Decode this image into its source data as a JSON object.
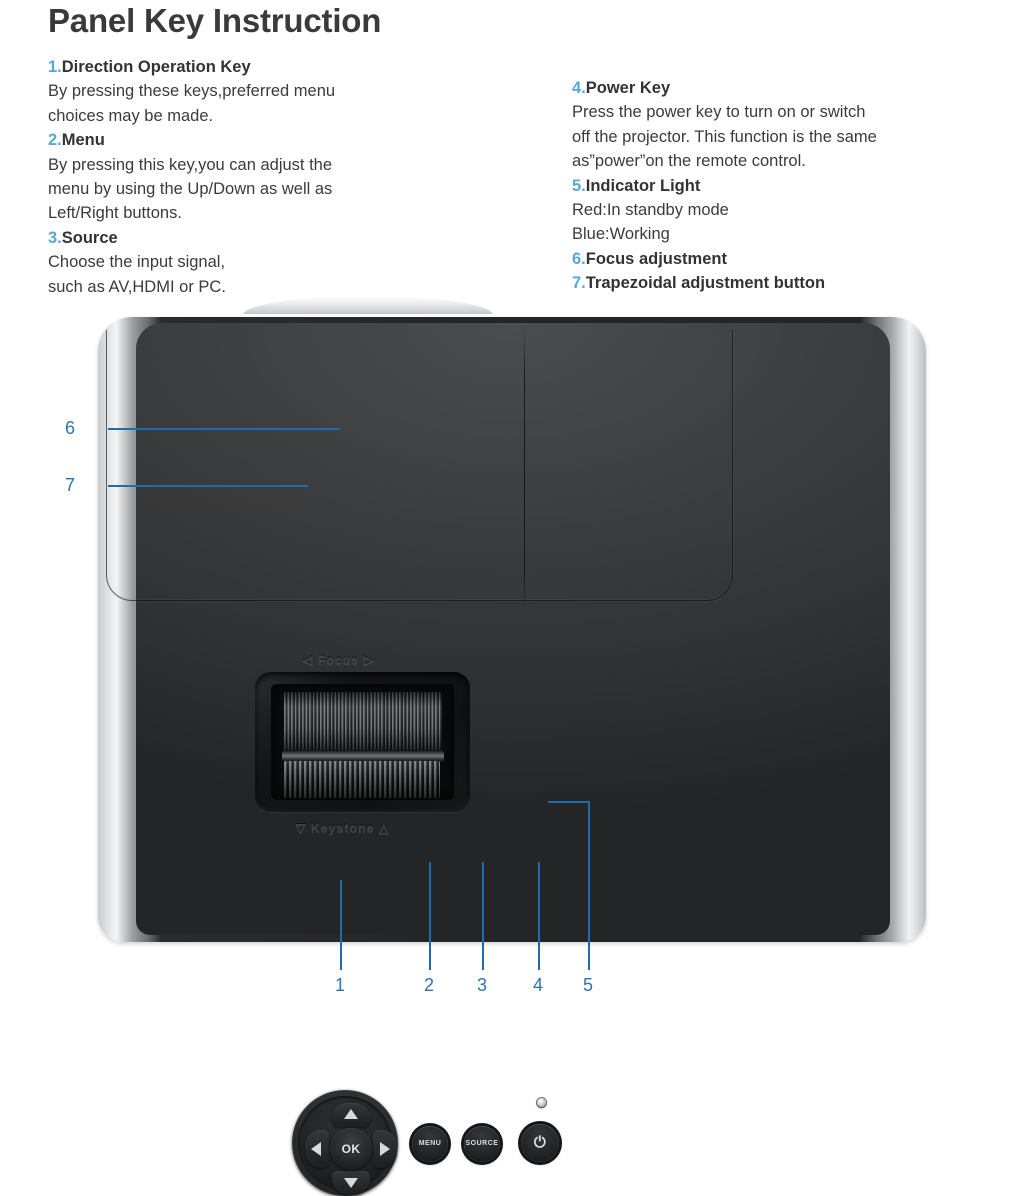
{
  "page": {
    "title": "Panel Key Instruction",
    "accent_number_color": "#56a8d8",
    "callout_line_color": "#1d6cae",
    "callout_number_color": "#2f72b0"
  },
  "left_column": [
    {
      "num": "1.",
      "heading": "Direction Operation Key",
      "lines": [
        "By pressing these keys,preferred menu",
        "choices may be made."
      ]
    },
    {
      "num": "2.",
      "heading": "Menu",
      "lines": [
        "By pressing this key,you can adjust the",
        "menu by using the Up/Down as well as",
        "Left/Right buttons."
      ]
    },
    {
      "num": "3.",
      "heading": "Source",
      "lines": [
        "Choose the input signal,",
        "such as AV,HDMI or PC."
      ]
    }
  ],
  "right_column": [
    {
      "num": "4.",
      "heading": "Power Key",
      "lines": [
        "Press the power key to turn on or switch",
        "off the projector. This function is the same",
        "as”power”on the remote control."
      ]
    },
    {
      "num": "5.",
      "heading": "Indicator Light",
      "lines": [
        "Red:In standby mode",
        "Blue:Working"
      ]
    },
    {
      "num": "6.",
      "heading": "Focus adjustment",
      "lines": []
    },
    {
      "num": "7.",
      "heading": "Trapezoidal adjustment button",
      "lines": []
    }
  ],
  "projector": {
    "engraved_labels": {
      "focus": "◁ Focus ▷",
      "keystone": "▽ Keystone △"
    },
    "buttons": {
      "ok": "OK",
      "menu": "MENU",
      "source": "SOURCE",
      "power_glyph": "⏻"
    }
  },
  "callouts": {
    "left": [
      {
        "id": "6",
        "label": "6"
      },
      {
        "id": "7",
        "label": "7"
      }
    ],
    "bottom": [
      {
        "id": "1",
        "label": "1"
      },
      {
        "id": "2",
        "label": "2"
      },
      {
        "id": "3",
        "label": "3"
      },
      {
        "id": "4",
        "label": "4"
      },
      {
        "id": "5",
        "label": "5"
      }
    ]
  }
}
